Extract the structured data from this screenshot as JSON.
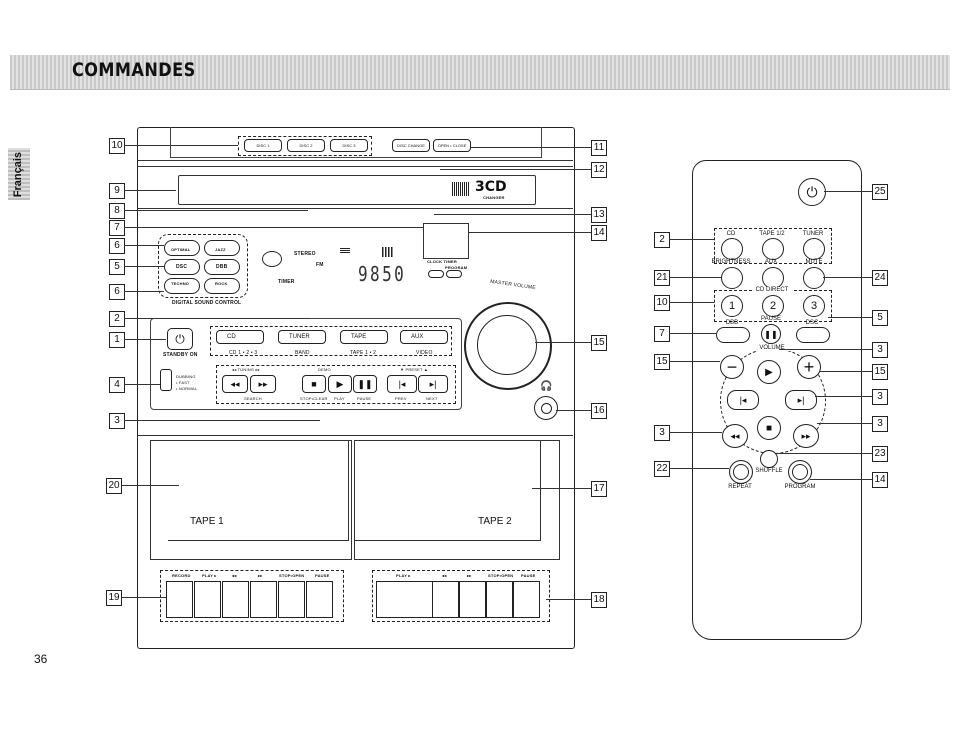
{
  "header": {
    "title": "COMMANDES"
  },
  "sidebar": {
    "language_tab": "Français"
  },
  "page": {
    "number": "36"
  },
  "callouts_left": [
    "10",
    "9",
    "8",
    "7",
    "6",
    "5",
    "6",
    "2",
    "1",
    "4",
    "3",
    "20",
    "19"
  ],
  "callouts_unit_right": [
    "11",
    "12",
    "13",
    "14",
    "15",
    "16",
    "17",
    "18"
  ],
  "callouts_remote_left": [
    "2",
    "21",
    "10",
    "7",
    "15",
    "3",
    "22"
  ],
  "callouts_remote_right": [
    "25",
    "24",
    "5",
    "3",
    "15",
    "3",
    "3",
    "23",
    "14"
  ],
  "unit": {
    "disc_buttons": [
      "DISC 1",
      "DISC 2",
      "DISC 3"
    ],
    "disc_change": "DISC CHANGE",
    "open_close": "OPEN • CLOSE",
    "logo_3cd": "3CD",
    "changer": "CHANGER",
    "stereo": "STEREO",
    "fm": "FM",
    "timer": "TIMER",
    "display_digits": "9850",
    "clock_timer": "CLOCK TIMER",
    "program": "PROGRAM",
    "master_volume": "MASTER VOLUME",
    "dsc_buttons": [
      "OPTIMAL",
      "JAZZ",
      "DSC",
      "DBB",
      "TECHNO",
      "ROCK"
    ],
    "digital_sound_control": "DIGITAL SOUND CONTROL",
    "standby_on": "STANDBY ON",
    "source_buttons": [
      "CD",
      "TUNER",
      "TAPE",
      "AUX"
    ],
    "source_sub": [
      "CD 1 • 2 • 3",
      "BAND",
      "TAPE 1 • 2",
      "VIDEO"
    ],
    "dubbing": [
      "DUBBING",
      "• FAST",
      "• NORMAL"
    ],
    "tuning": "◂◂  TUNING  ▸▸",
    "demo": "DEMO",
    "preset": "▼  PRESET  ▲",
    "transport_labels": [
      "SEARCH",
      "STOP•CLEAR",
      "PLAY",
      "PAUSE",
      "PREV",
      "NEXT"
    ],
    "tape1": "TAPE 1",
    "tape2": "TAPE 2",
    "deck1_keys": [
      "RECORD",
      "PLAY ▸",
      "◂◂",
      "▸▸",
      "STOP•OPEN",
      "PAUSE"
    ],
    "deck2_keys": [
      "PLAY ▸",
      "◂◂",
      "▸▸",
      "STOP•OPEN",
      "PAUSE"
    ]
  },
  "remote": {
    "row1": [
      "CD",
      "TAPE 1/2",
      "TUNER"
    ],
    "row2": [
      "BRIGHTNESS",
      "AUX",
      "MUTE"
    ],
    "cd_direct": "CD DIRECT",
    "digits": [
      "1",
      "2",
      "3"
    ],
    "row4": [
      "DBB",
      "PAUSE",
      "DSC"
    ],
    "volume": "VOLUME",
    "shuffle": "SHUFFLE",
    "repeat": "REPEAT",
    "program": "PROGRAM"
  }
}
